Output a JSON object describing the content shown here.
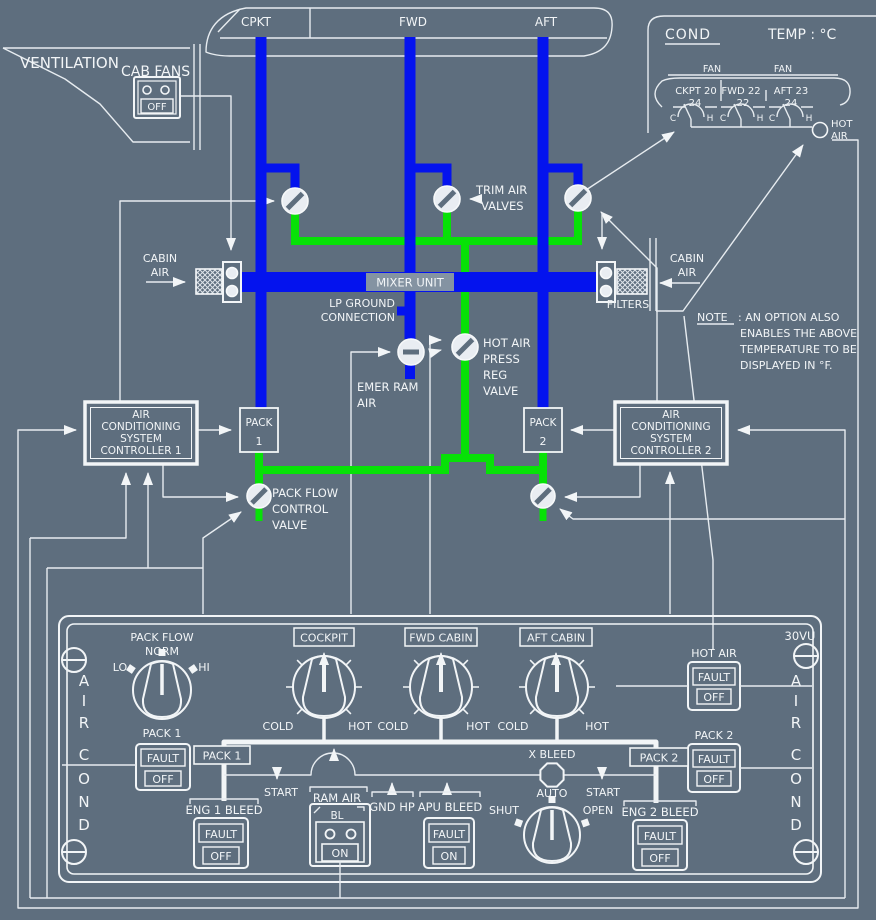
{
  "colors": {
    "background": "#5e6e7e",
    "duct_cold_blue": "#0413ee",
    "duct_hot_green": "#07e107",
    "line_white": "#f2f5f7",
    "mixer_label_bg": "#8493a2"
  },
  "fuselage": {
    "zone1": "CPKT",
    "zone2": "FWD",
    "zone3": "AFT"
  },
  "ventilation": {
    "label": "VENTILATION",
    "cab_fans": "CAB FANS",
    "off": "OFF"
  },
  "cond": {
    "title": "COND",
    "unit": "TEMP : °C",
    "fan1": "FAN",
    "fan2": "FAN",
    "z1": "CKPT 20",
    "z2": "FWD 22",
    "z3": "AFT 23",
    "v1": "24",
    "v2": "22",
    "v3": "24",
    "c1": "C",
    "h1": "H",
    "c2": "C",
    "h2": "H",
    "c3": "C",
    "h3": "H",
    "hot": "HOT",
    "air": "AIR"
  },
  "note": {
    "head": "NOTE",
    "tail": ": AN OPTION ALSO",
    "l2": "ENABLES THE ABOVE",
    "l3": "TEMPERATURE TO BE",
    "l4": "DISPLAYED IN °F."
  },
  "schematic": {
    "trim1": "TRIM AIR",
    "trim2": "VALVES",
    "cabL1": "CABIN",
    "cabL2": "AIR",
    "cabR1": "CABIN",
    "cabR2": "AIR",
    "mixer": "MIXER UNIT",
    "lp1": "LP GROUND",
    "lp2": "CONNECTION",
    "filters": "FILTERS",
    "emer1": "EMER RAM",
    "emer2": "AIR",
    "hv1": "HOT AIR",
    "hv2": "PRESS",
    "hv3": "REG",
    "hv4": "VALVE",
    "c1l1": "AIR",
    "c1l2": "CONDITIONING",
    "c1l3": "SYSTEM",
    "c1l4": "CONTROLLER 1",
    "c2l1": "AIR",
    "c2l2": "CONDITIONING",
    "c2l3": "SYSTEM",
    "c2l4": "CONTROLLER 2",
    "p1a": "PACK",
    "p1b": "1",
    "p2a": "PACK",
    "p2b": "2",
    "pf1": "PACK FLOW",
    "pf2": "CONTROL",
    "pf3": "VALVE"
  },
  "panel": {
    "vu": "30VU",
    "letters": [
      "A",
      "I",
      "R",
      "C",
      "O",
      "N",
      "D"
    ],
    "pack_flow": {
      "t1": "PACK FLOW",
      "t2": "NORM",
      "lo": "LO",
      "hi": "HI",
      "sub": "PACK 1",
      "fault": "FAULT",
      "off": "OFF"
    },
    "knob1": {
      "label": "COCKPIT",
      "cold": "COLD",
      "hot": "HOT"
    },
    "knob2": {
      "label": "FWD CABIN",
      "cold": "COLD",
      "hot": "HOT"
    },
    "knob3": {
      "label": "AFT CABIN",
      "cold": "COLD",
      "hot": "HOT"
    },
    "hot_air": {
      "label": "HOT AIR",
      "fault": "FAULT",
      "off": "OFF"
    },
    "pack2": {
      "label": "PACK 2",
      "fault": "FAULT",
      "off": "OFF"
    },
    "bleed": {
      "pack1_tag": "PACK 1",
      "pack2_tag": "PACK 2",
      "start_l": "START",
      "start_r": "START",
      "ram_air": "RAM AIR",
      "bl": "BL",
      "on": "ON",
      "gnd_hp": "GND HP",
      "apu": "APU BLEED",
      "apu_fault": "FAULT",
      "apu_on": "ON",
      "xbleed": "X BLEED",
      "auto": "AUTO",
      "shut": "SHUT",
      "open": "OPEN",
      "eng1": "ENG 1 BLEED",
      "eng1_fault": "FAULT",
      "eng1_off": "OFF",
      "eng2": "ENG 2 BLEED",
      "eng2_fault": "FAULT",
      "eng2_off": "OFF"
    }
  }
}
